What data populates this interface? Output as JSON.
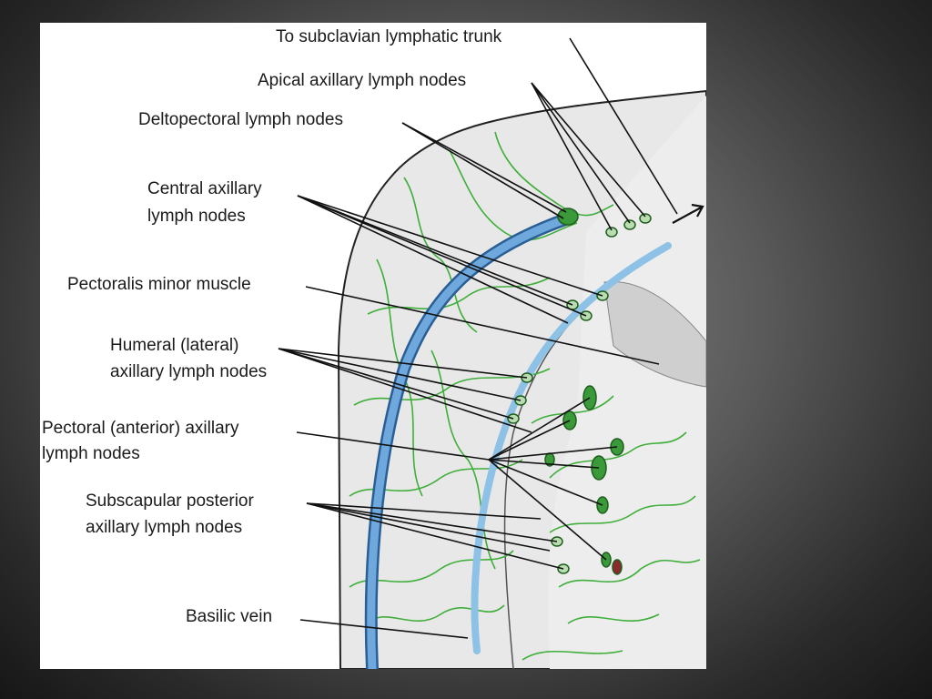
{
  "diagram": {
    "labels": {
      "subclavian_trunk": "To subclavian lymphatic trunk",
      "apical_nodes": "Apical axillary lymph nodes",
      "deltopectoral_nodes": "Deltopectoral lymph nodes",
      "central_nodes_line1": "Central axillary",
      "central_nodes_line2": "lymph nodes",
      "pectoralis_minor": "Pectoralis minor muscle",
      "humeral_nodes_line1": "Humeral (lateral)",
      "humeral_nodes_line2": "axillary lymph nodes",
      "pectoral_nodes_line1": "Pectoral (anterior) axillary",
      "pectoral_nodes_line2": "lymph nodes",
      "subscapular_nodes_line1": "Subscapular posterior",
      "subscapular_nodes_line2": "axillary lymph nodes",
      "basilic_vein": "Basilic vein"
    },
    "colors": {
      "lymph_vessel": "#3fae3a",
      "lymph_node": "#2e8b2e",
      "vein": "#5b9bd5",
      "skin": "#e6e6e6",
      "outline": "#222222"
    }
  }
}
